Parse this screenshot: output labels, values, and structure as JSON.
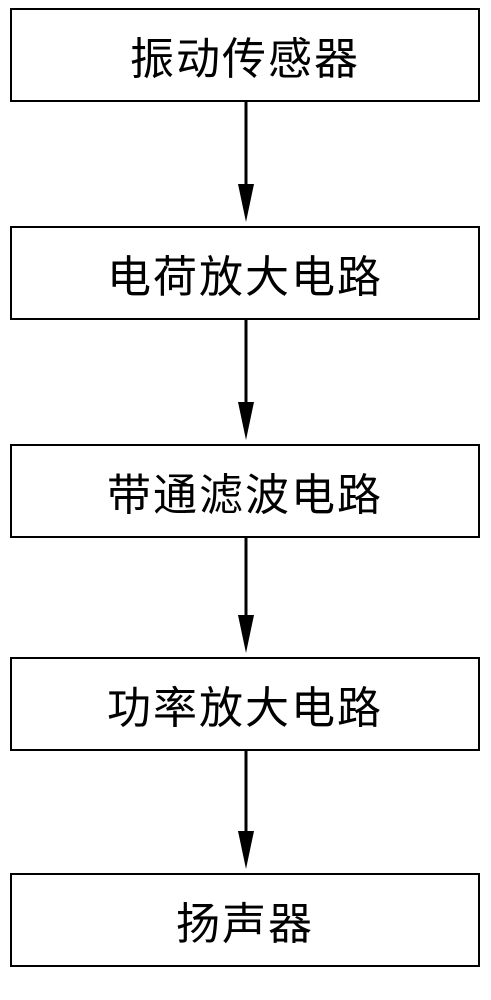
{
  "flowchart": {
    "nodes": [
      {
        "label": "振动传感器"
      },
      {
        "label": "电荷放大电路"
      },
      {
        "label": "带通滤波电路"
      },
      {
        "label": "功率放大电路"
      },
      {
        "label": "扬声器"
      }
    ]
  }
}
